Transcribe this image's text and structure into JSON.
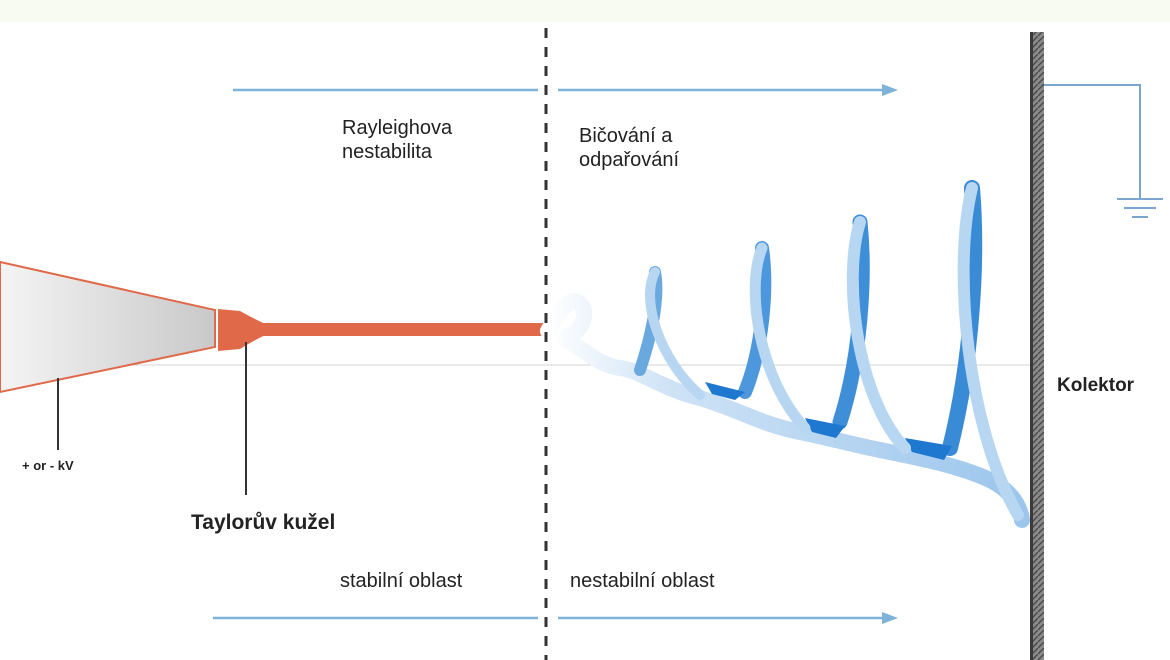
{
  "labels": {
    "rayleigh_line1": "Rayleighova",
    "rayleigh_line2": "nestabilita",
    "whipping_line1": "Bičování a",
    "whipping_line2": "odpařování",
    "stable_region": "stabilní oblast",
    "unstable_region": "nestabilní oblast",
    "taylor_cone": "Taylorův kužel",
    "voltage": "+ or - kV",
    "collector": "Kolektor"
  },
  "colors": {
    "jet": "#e0694a",
    "whip_blue": "#2a7fd0",
    "whip_light": "#a8cdee",
    "arrow": "#7fb2d8",
    "collector": "#666666",
    "ground_wire": "#7aa7cf",
    "divider": "#333333"
  }
}
